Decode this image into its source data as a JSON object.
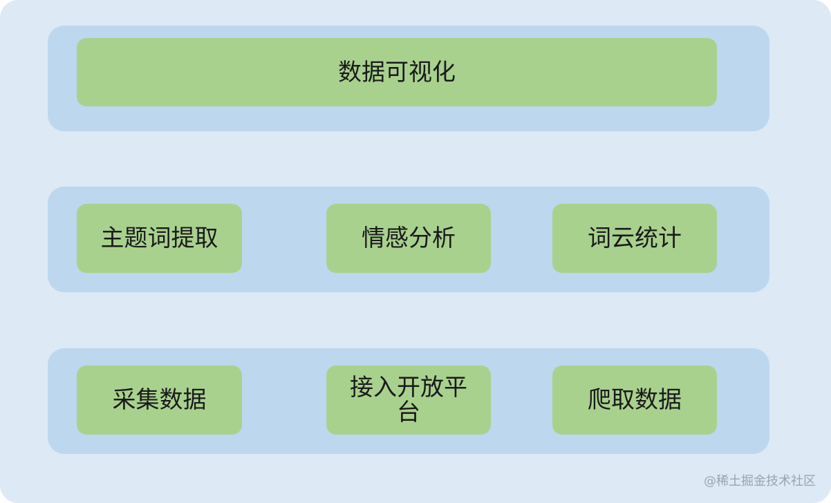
{
  "layers": [
    {
      "items": [
        "数据可视化"
      ]
    },
    {
      "items": [
        "主题词提取",
        "情感分析",
        "词云统计"
      ]
    },
    {
      "items": [
        "采集数据",
        "接入开放平台",
        "爬取数据"
      ]
    }
  ],
  "watermark": "@稀土掘金技术社区",
  "colors": {
    "background": "#dee9f6",
    "layer": "#bdd7ee",
    "box": "#a9d18e"
  }
}
